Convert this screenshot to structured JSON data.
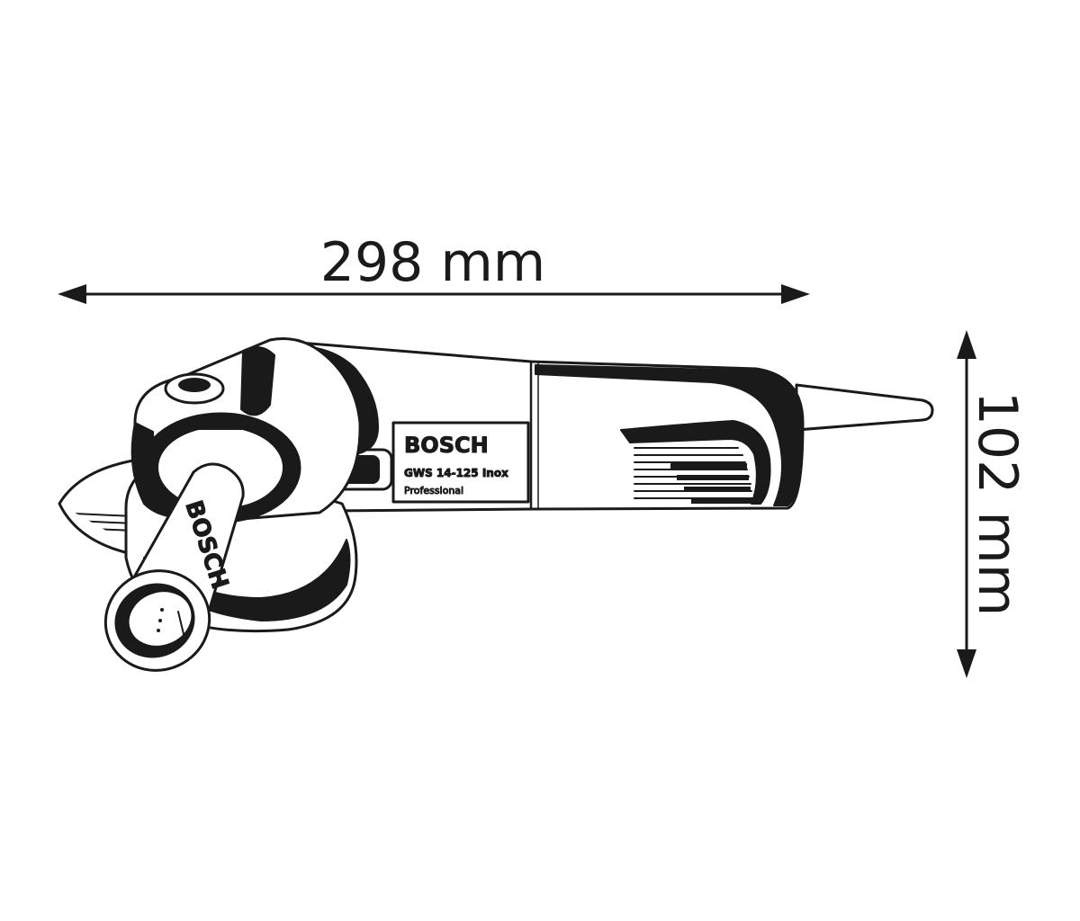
{
  "dimensions": {
    "length_label": "298 mm",
    "height_label": "102 mm"
  },
  "product": {
    "brand": "BOSCH",
    "model": "GWS 14-125 Inox",
    "line": "Professional",
    "handle_brand": "BOSCH"
  },
  "colors": {
    "line": "#1a1a1a",
    "background": "#ffffff"
  }
}
